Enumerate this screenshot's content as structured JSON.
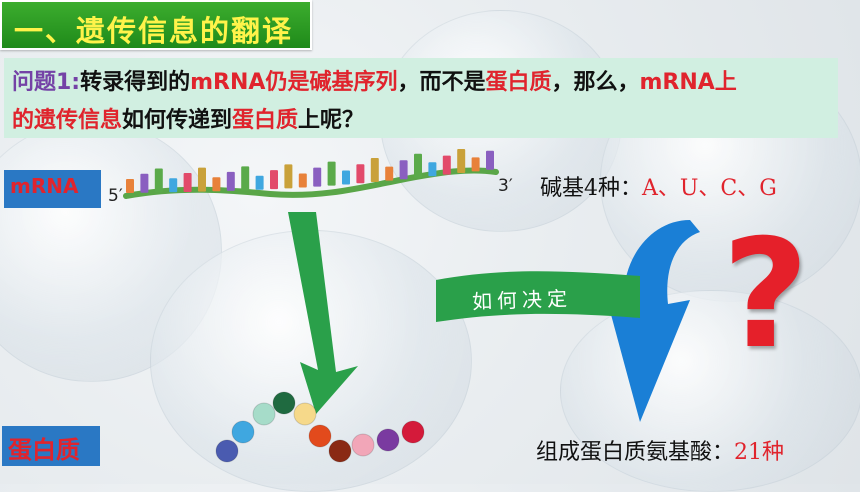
{
  "title": "一、遗传信息的翻译",
  "question": {
    "label": "问题1:",
    "line1_part1": "转录得到的",
    "line1_mrna": "mRNA",
    "line1_part2": "仍是碱基序列",
    "line1_part3": "，而不是",
    "line1_protein": "蛋白质",
    "line1_part4": "，那么，",
    "line1_mrna_on": "mRNA上",
    "line2_info": "的遗传信息",
    "line2_part1": "如何传递到",
    "line2_protein": "蛋白质",
    "line2_part2": "上呢？"
  },
  "mrna_label": "mRNA",
  "protein_label": "蛋白质",
  "prime5": "5′",
  "prime3": "3′",
  "bases": {
    "prefix": "碱基4种：",
    "list": "A、U、C、G"
  },
  "how_label": "如何决定",
  "amino_acids": {
    "prefix": "组成蛋白质氨基酸：",
    "count": "21种"
  },
  "question_mark": "?",
  "colors": {
    "title_bg": "#2a9a22",
    "title_text": "#fff34a",
    "question_bg": "#d1efe1",
    "highlight_red": "#e0242d",
    "label_purple": "#7442a6",
    "label_box_blue": "#2a78c4",
    "arrow_green": "#2aa04a",
    "arrow_blue": "#1a7fd6"
  },
  "bead_colors": [
    "#4a5bb0",
    "#3fa7e0",
    "#a6dcc9",
    "#1f6a40",
    "#f6d98a",
    "#e24a1c",
    "#8a2a14",
    "#f2a6b8",
    "#7a3aa0",
    "#d41a3a"
  ],
  "nucleotide_colors": [
    "#e8813a",
    "#8a5fc0",
    "#5aaa4a",
    "#3fa7e0",
    "#e24a6a",
    "#c9a13a"
  ]
}
